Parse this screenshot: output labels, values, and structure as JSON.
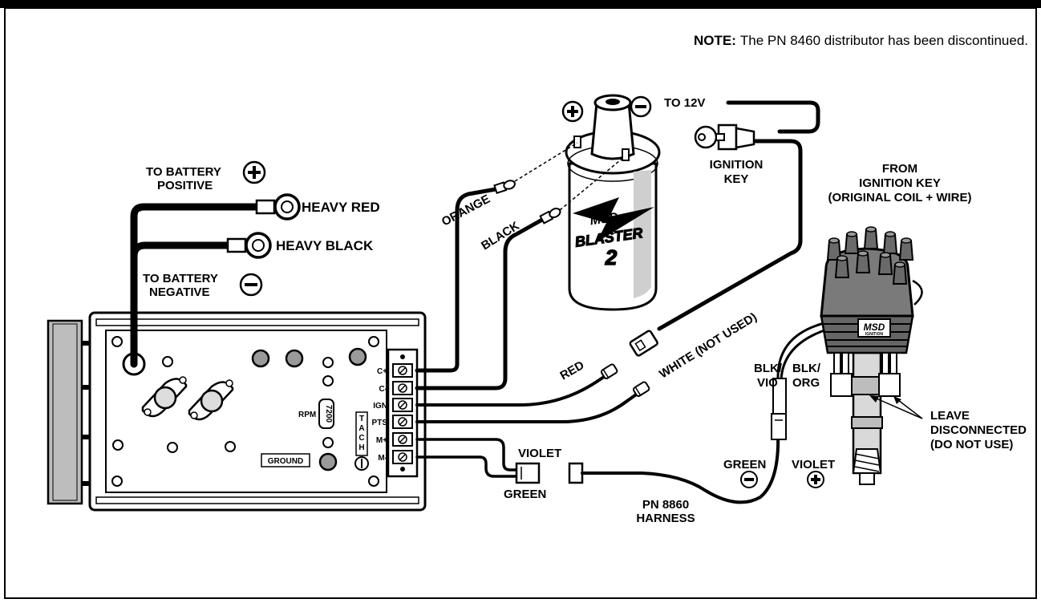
{
  "note": {
    "prefix": "NOTE:",
    "text": "The PN 8460 distributor has been discontinued."
  },
  "battery": {
    "positive_label_1": "TO BATTERY",
    "positive_label_2": "POSITIVE",
    "negative_label_1": "TO BATTERY",
    "negative_label_2": "NEGATIVE",
    "heavy_red": "HEAVY RED",
    "heavy_black": "HEAVY BLACK"
  },
  "coil": {
    "brand": "MSD",
    "model": "BLASTER",
    "model_number": "2",
    "plus_symbol": "+",
    "minus_symbol": "−"
  },
  "wires": {
    "orange": "ORANGE",
    "black": "BLACK",
    "red": "RED",
    "white": "WHITE (NOT USED)",
    "violet": "VIOLET",
    "green": "GREEN",
    "green_right": "GREEN",
    "violet_right": "VIOLET",
    "blk_vio_1": "BLK/",
    "blk_vio_2": "VIO",
    "blk_org_1": "BLK/",
    "blk_org_2": "ORG"
  },
  "ignition": {
    "to_12v": "TO 12V",
    "key_1": "IGNITION",
    "key_2": "KEY"
  },
  "distributor": {
    "from_1": "FROM",
    "from_2": "IGNITION KEY",
    "from_3": "(ORIGINAL COIL + WIRE)",
    "badge": "MSD",
    "badge_sub": "IGNITION",
    "leave_1": "LEAVE",
    "leave_2": "DISCONNECTED",
    "leave_3": "(DO NOT USE)"
  },
  "harness": {
    "line_1": "PN 8860",
    "line_2": "HARNESS"
  },
  "box": {
    "terminals": [
      "C+",
      "C-",
      "IGN",
      "PTS",
      "M+",
      "M-"
    ],
    "rpm_label": "RPM",
    "rpm_value": "7200",
    "tach_letters": [
      "T",
      "A",
      "C",
      "H"
    ],
    "ground_label": "GROUND"
  }
}
